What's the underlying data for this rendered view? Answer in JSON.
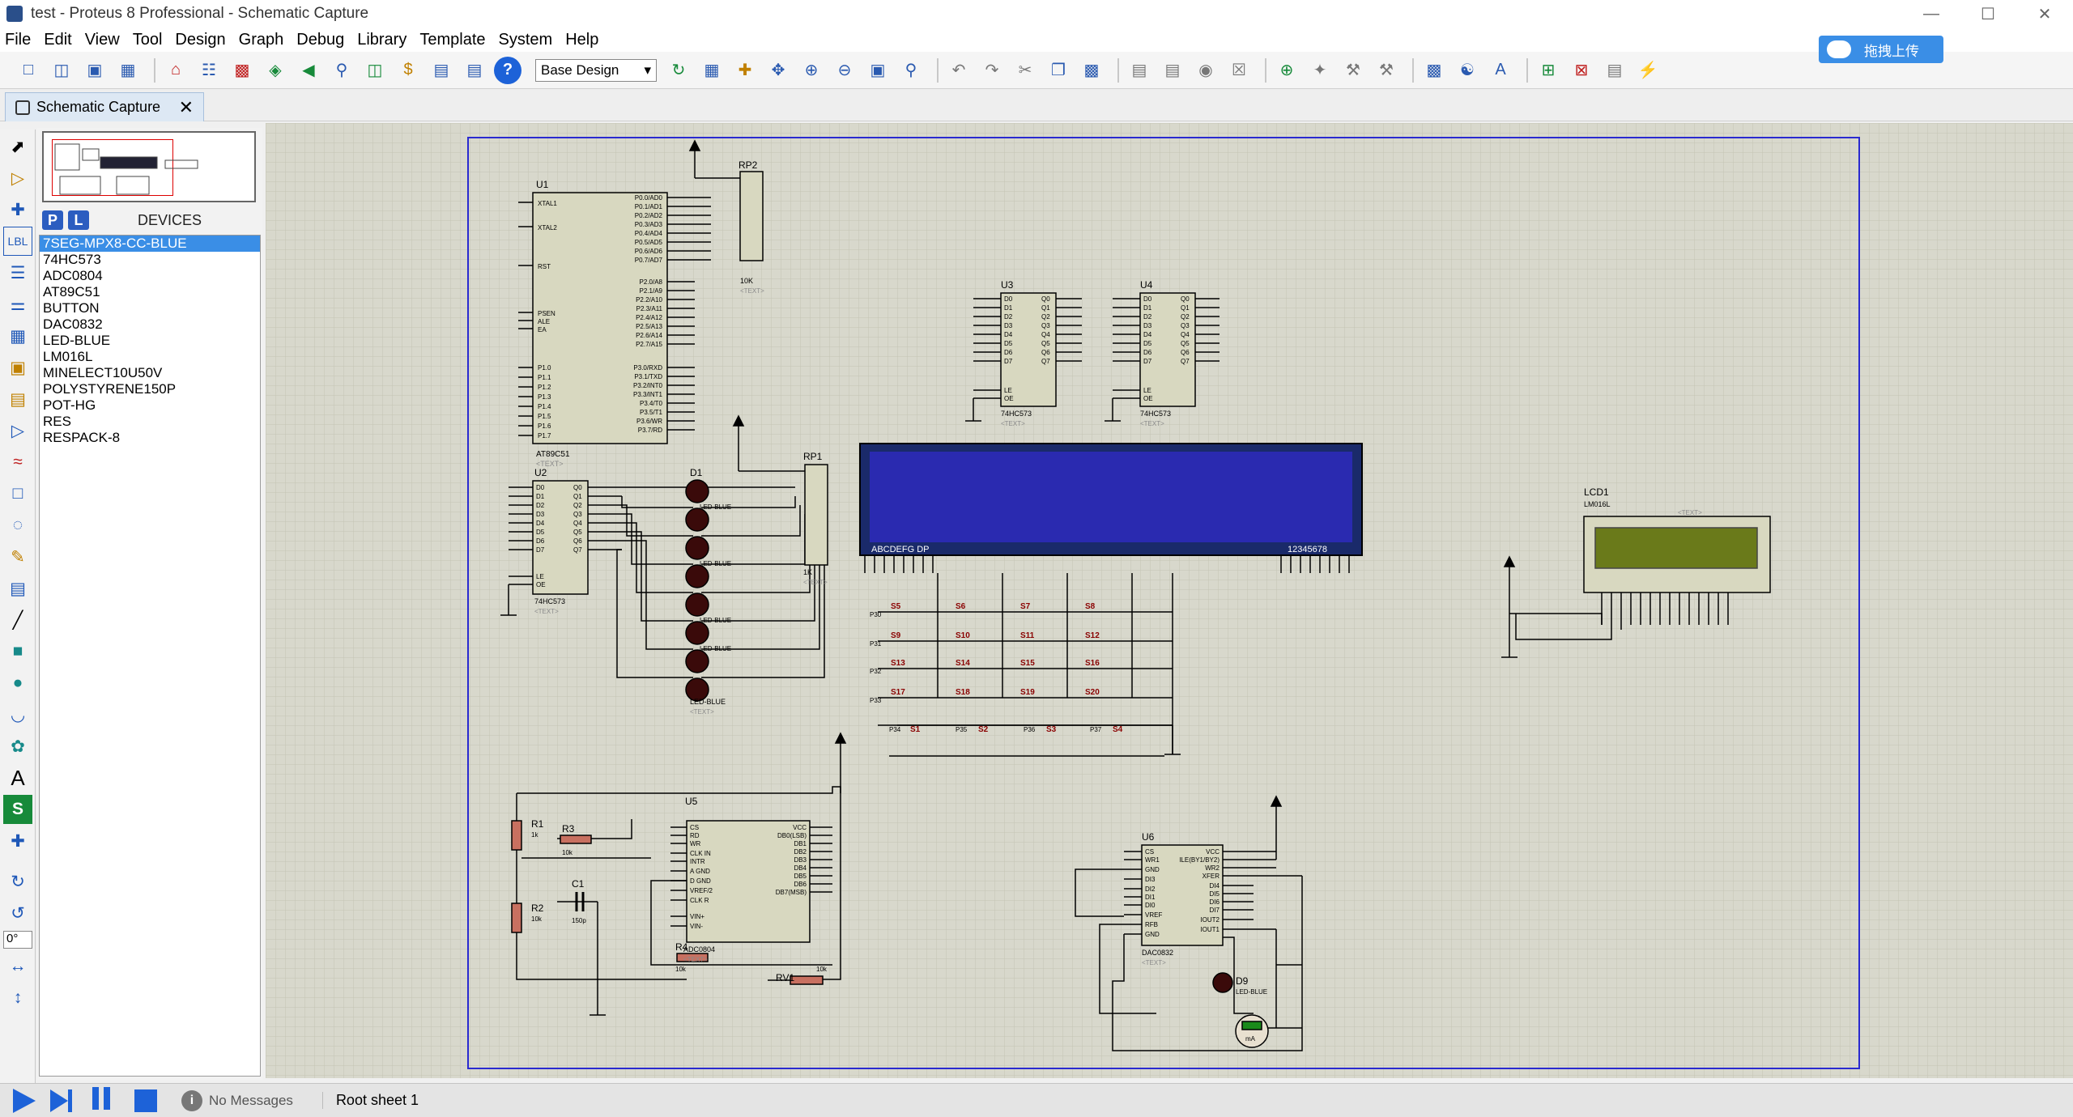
{
  "window": {
    "title": "test - Proteus 8 Professional - Schematic Capture",
    "controls": [
      "—",
      "☐",
      "✕"
    ]
  },
  "menu": [
    "File",
    "Edit",
    "View",
    "Tool",
    "Design",
    "Graph",
    "Debug",
    "Library",
    "Template",
    "System",
    "Help"
  ],
  "toolbar": {
    "design_select": "Base Design"
  },
  "upload_button": "拖拽上传",
  "tab": {
    "label": "Schematic Capture"
  },
  "left_tools": {
    "angle": "0°"
  },
  "devices": {
    "title": "DEVICES",
    "p_button": "P",
    "l_button": "L",
    "items": [
      "7SEG-MPX8-CC-BLUE",
      "74HC573",
      "ADC0804",
      "AT89C51",
      "BUTTON",
      "DAC0832",
      "LED-BLUE",
      "LM016L",
      "MINELECT10U50V",
      "POLYSTYRENE150P",
      "POT-HG",
      "RES",
      "RESPACK-8"
    ],
    "selected_index": 0
  },
  "status": {
    "messages": "No Messages",
    "sheet": "Root sheet 1"
  },
  "schematic": {
    "u1": {
      "ref": "U1",
      "part": "AT89C51",
      "text": "<TEXT>"
    },
    "u1_left_pins": [
      "XTAL1",
      "XTAL2",
      "RST",
      "PSEN",
      "ALE",
      "EA",
      "P1.0",
      "P1.1",
      "P1.2",
      "P1.3",
      "P1.4",
      "P1.5",
      "P1.6",
      "P1.7"
    ],
    "u1_right_pins": [
      "P0.0/AD0",
      "P0.1/AD1",
      "P0.2/AD2",
      "P0.3/AD3",
      "P0.4/AD4",
      "P0.5/AD5",
      "P0.6/AD6",
      "P0.7/AD7",
      "P2.0/A8",
      "P2.1/A9",
      "P2.2/A10",
      "P2.3/A11",
      "P2.4/A12",
      "P2.5/A13",
      "P2.6/A14",
      "P2.7/A15",
      "P3.0/RXD",
      "P3.1/TXD",
      "P3.2/INT0",
      "P3.3/INT1",
      "P3.4/T0",
      "P3.5/T1",
      "P3.6/WR",
      "P3.7/RD"
    ],
    "rp2": {
      "ref": "RP2",
      "value": "10K"
    },
    "rp1": {
      "ref": "RP1",
      "value": "1K"
    },
    "u2": {
      "ref": "U2",
      "part": "74HC573"
    },
    "u3": {
      "ref": "U3",
      "part": "74HC573"
    },
    "u4": {
      "ref": "U4",
      "part": "74HC573"
    },
    "latch_left_pins": [
      "D0",
      "D1",
      "D2",
      "D3",
      "D4",
      "D5",
      "D6",
      "D7",
      "LE",
      "OE"
    ],
    "latch_right_pins": [
      "Q0",
      "Q1",
      "Q2",
      "Q3",
      "Q4",
      "Q5",
      "Q6",
      "Q7"
    ],
    "d1": {
      "ref": "D1",
      "part": "LED-BLUE"
    },
    "led_label": "LED-BLUE",
    "seg_left": "ABCDEFG  DP",
    "seg_right": "12345678",
    "lcd1": {
      "ref": "LCD1",
      "part": "LM016L"
    },
    "buttons": [
      "S5",
      "S6",
      "S7",
      "S8",
      "S9",
      "S10",
      "S11",
      "S12",
      "S13",
      "S14",
      "S15",
      "S16",
      "S17",
      "S18",
      "S19",
      "S20"
    ],
    "buttons_bottom": [
      "S1",
      "S2",
      "S3",
      "S4"
    ],
    "row_nets": [
      "P30",
      "P31",
      "P32",
      "P33"
    ],
    "bottom_nets": [
      "P34",
      "P35",
      "P36",
      "P37"
    ],
    "u5": {
      "ref": "U5",
      "part": "ADC0804"
    },
    "u5_left_pins": [
      "CS",
      "RD",
      "WR",
      "CLK IN",
      "INTR",
      "A GND",
      "D GND",
      "VREF/2",
      "CLK R",
      "VIN+",
      "VIN-"
    ],
    "u5_right_pins": [
      "VCC",
      "DB0(LSB)",
      "DB1",
      "DB2",
      "DB3",
      "DB4",
      "DB5",
      "DB6",
      "DB7(MSB)"
    ],
    "r1": {
      "ref": "R1",
      "value": "1k"
    },
    "r2": {
      "ref": "R2",
      "value": "10k"
    },
    "r3": {
      "ref": "R3",
      "value": "10k"
    },
    "r4": {
      "ref": "R4",
      "value": "10k"
    },
    "c1": {
      "ref": "C1",
      "value": "150p"
    },
    "rv1": {
      "ref": "RV1",
      "value": "10k"
    },
    "u6": {
      "ref": "U6",
      "part": "DAC0832"
    },
    "u6_left_pins": [
      "CS",
      "WR1",
      "GND",
      "DI3",
      "DI2",
      "DI1",
      "DI0",
      "VREF",
      "RFB",
      "GND"
    ],
    "u6_right_pins": [
      "VCC",
      "ILE(BY1/BY2)",
      "WR2",
      "XFER",
      "DI4",
      "DI5",
      "DI6",
      "DI7",
      "IOUT2",
      "IOUT1"
    ],
    "d9": {
      "ref": "D9",
      "part": "LED-BLUE"
    },
    "ammeter_unit": "mA",
    "text_tag": "<TEXT>"
  }
}
